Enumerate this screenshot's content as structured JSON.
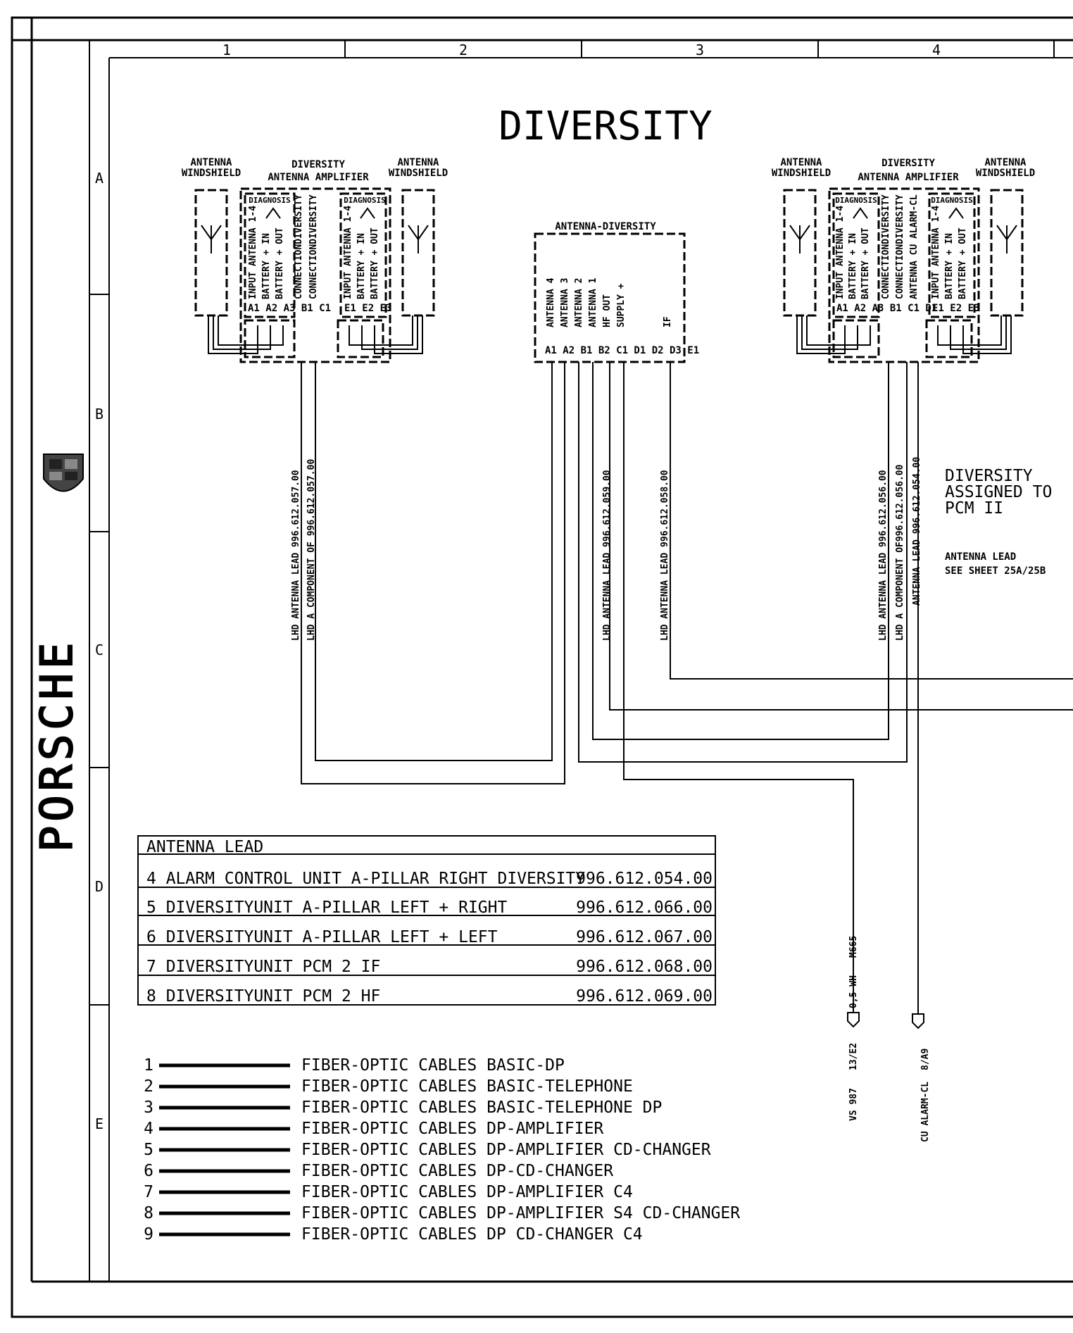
{
  "title": "DIVERSITY",
  "grid": {
    "columns": [
      "1",
      "2",
      "3",
      "4"
    ],
    "rows": [
      "A",
      "B",
      "C",
      "D",
      "E"
    ]
  },
  "brand": "PORSCHE",
  "left_group": {
    "antenna_left": [
      "ANTENNA",
      "WINDSHIELD"
    ],
    "amplifier": [
      "DIVERSITY",
      "ANTENNA AMPLIFIER"
    ],
    "antenna_right": [
      "ANTENNA",
      "WINDSHIELD"
    ],
    "diagnosis": "DIAGNOSIS",
    "pins_left": [
      "INPUT ANTENNA 1-4",
      "BATTERY + IN",
      "BATTERY + OUT"
    ],
    "pins_mid": [
      "CONNECTIONDIVERSITY",
      "CONNECTIONDIVERSITY"
    ],
    "pins_right": [
      "INPUT ANTENNA 1-4",
      "BATTERY + IN",
      "BATTERY + OUT"
    ],
    "pin_ids": "A1 A2 A3  B1 C1",
    "pin_ids_right": "E1 E2 E3"
  },
  "center_unit": {
    "title": "ANTENNA-DIVERSITY",
    "pins": [
      "ANTENNA 4",
      "ANTENNA 3",
      "ANTENNA 2",
      "ANTENNA 1",
      "HF OUT",
      "SUPPLY +"
    ],
    "if_label": "IF",
    "pin_ids": "A1 A2 B1 B2 C1 D1 D2 D3 E1"
  },
  "right_group": {
    "antenna_left": [
      "ANTENNA",
      "WINDSHIELD"
    ],
    "amplifier": [
      "DIVERSITY",
      "ANTENNA AMPLIFIER"
    ],
    "antenna_right": [
      "ANTENNA",
      "WINDSHIELD"
    ],
    "diagnosis": "DIAGNOSIS",
    "pins_left": [
      "INPUT ANTENNA 1-4",
      "BATTERY + IN",
      "BATTERY + OUT"
    ],
    "pins_mid": [
      "CONNECTIONDIVERSITY",
      "CONNECTIONDIVERSITY",
      "ANTENNA CU ALARM-CL"
    ],
    "pins_right": [
      "INPUT ANTENNA 1-4",
      "BATTERY + IN",
      "BATTERY + OUT"
    ],
    "pin_ids": "A1 A2 A3  B1 C1 D1",
    "pin_ids_right": "E1 E2 E3"
  },
  "wire_labels": {
    "w1": "LHD   ANTENNA LEAD  996.612.057.00",
    "w2": "LHD   A COMPONENT OF 996.612.057.00",
    "w3": "LHD   ANTENNA LEAD 996.612.059.00",
    "w4": "LHD   ANTENNA LEAD 996.612.058.00",
    "w5": "LHD   ANTENNA LEAD 996.612.056.00",
    "w6": "LHD   A COMPONENT OF996.612.056.00",
    "w7": "ANTENNA LEAD 996.612.054.00"
  },
  "note": {
    "lines": [
      "DIVERSITY",
      "ASSIGNED TO",
      "PCM II"
    ],
    "sub": [
      "ANTENNA LEAD",
      "SEE SHEET 25A/25B"
    ]
  },
  "connectors": {
    "c1_top": "M665",
    "c1_wire": "0,5 WH",
    "c1_pin": "13/E2",
    "c1_name": "VS 987",
    "c2_pin": "8/A9",
    "c2_name": "CU ALARM-CL"
  },
  "table": {
    "header": "ANTENNA LEAD",
    "rows": [
      {
        "desc": "4 ALARM  CONTROL  UNIT  A-PILLAR RIGHT   DIVERSITY",
        "part": "996.612.054.00"
      },
      {
        "desc": "5 DIVERSITYUNIT  A-PILLAR  LEFT   +    RIGHT",
        "part": "996.612.066.00"
      },
      {
        "desc": "6 DIVERSITYUNIT  A-PILLAR  LEFT   +   LEFT",
        "part": "996.612.067.00"
      },
      {
        "desc": "7 DIVERSITYUNIT  PCM 2  IF",
        "part": "996.612.068.00"
      },
      {
        "desc": "8 DIVERSITYUNIT  PCM 2  HF",
        "part": "996.612.069.00"
      }
    ]
  },
  "legend": [
    {
      "num": "1",
      "text": "FIBER-OPTIC  CABLES BASIC-DP"
    },
    {
      "num": "2",
      "text": "FIBER-OPTIC  CABLES BASIC-TELEPHONE"
    },
    {
      "num": "3",
      "text": "FIBER-OPTIC  CABLES BASIC-TELEPHONE DP"
    },
    {
      "num": "4",
      "text": "FIBER-OPTIC  CABLES DP-AMPLIFIER"
    },
    {
      "num": "5",
      "text": "FIBER-OPTIC  CABLES DP-AMPLIFIER   CD-CHANGER"
    },
    {
      "num": "6",
      "text": "FIBER-OPTIC  CABLES DP-CD-CHANGER"
    },
    {
      "num": "7",
      "text": "FIBER-OPTIC  CABLES DP-AMPLIFIER     C4"
    },
    {
      "num": "8",
      "text": "FIBER-OPTIC  CABLES DP-AMPLIFIER     S4 CD-CHANGER"
    },
    {
      "num": "9",
      "text": "FIBER-OPTIC  CABLES DP CD-CHANGER C4"
    }
  ]
}
